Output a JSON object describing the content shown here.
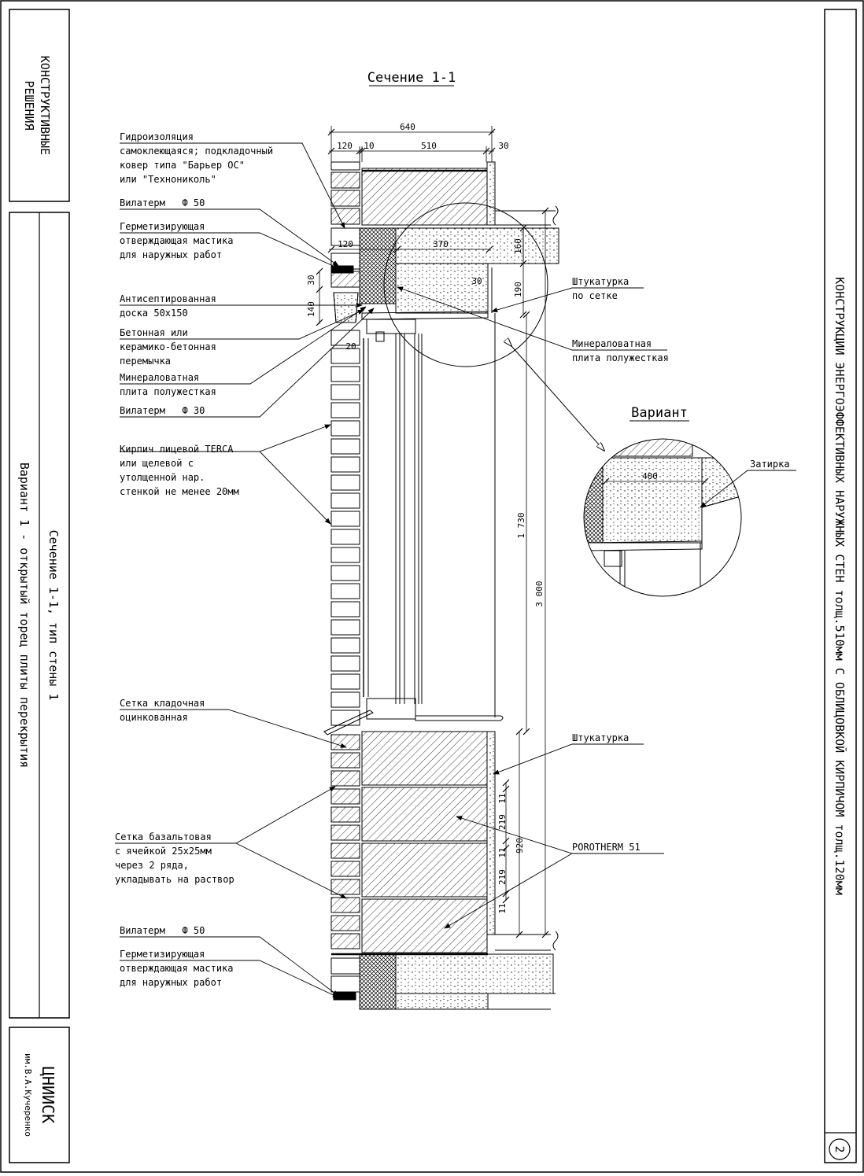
{
  "title": "Сечение 1-1",
  "variant_title": "Вариант",
  "left_panel": {
    "top": [
      "КОНСТРУКТИВНЫЕ",
      "РЕШЕНИЯ"
    ],
    "middle_a": "Сечение 1-1, тип стены 1",
    "middle_b": "Вариант 1 - открытый торец плиты перекрытия",
    "bottom_a": "ЦНИИСК",
    "bottom_b": "им.В.А.Кучеренко"
  },
  "right_panel": {
    "text": "КОНСТРУКЦИИ ЭНЕРГОЭФФЕКТИВНЫХ НАРУЖНЫХ СТЕН толщ.510мм С ОБЛИЦОВКОЙ КИРПИЧОМ толщ.120мм",
    "page_number": "2"
  },
  "labels_left": [
    [
      "Гидроизоляция",
      "самоклеющаяся; подкладочный",
      "ковер типа \"Барьер ОС\"",
      "или \"Технониколь\""
    ],
    [
      "Вилатерм   Ф 50"
    ],
    [
      "Герметизирующая",
      "отверждающая мастика",
      "для наружных работ"
    ],
    [
      "Антисептированная",
      "доска 50х150"
    ],
    [
      "Бетонная или",
      "керамико-бетонная",
      "перемычка"
    ],
    [
      "Минераловатная",
      "плита полужесткая"
    ],
    [
      "Вилатерм   Ф 30"
    ],
    [
      "Кирпич лицевой TERCA",
      "или щелевой с",
      "утолщенной нар.",
      "стенкой не менее 20мм"
    ],
    [
      "Сетка кладочная",
      "оцинкованная"
    ],
    [
      "Сетка базальтовая",
      "с ячейкой 25х25мм",
      "через 2 ряда,",
      "укладывать на раствор"
    ],
    [
      "Вилатерм   Ф 50"
    ],
    [
      "Герметизирующая",
      "отверждающая мастика",
      "для наружных работ"
    ]
  ],
  "labels_right": [
    [
      "Штукатурка",
      "по сетке"
    ],
    [
      "Минераловатная",
      "плита полужесткая"
    ],
    [
      "Затирка"
    ],
    [
      "Штукатурка"
    ],
    [
      "POROTHERM 51"
    ]
  ],
  "dimensions": {
    "d640": "640",
    "d120": "120",
    "d10": "10",
    "d510": "510",
    "d30": "30",
    "d120b": "120",
    "d370": "370",
    "d160": "160",
    "d30b": "30",
    "d190": "190",
    "d30c": "30",
    "d140": "140",
    "d20": "20",
    "d1730": "1 730",
    "d3000": "3 000",
    "d400": "400",
    "d11a": "11",
    "d219a": "219",
    "d11b": "11",
    "d920": "920",
    "d219b": "219",
    "d11c": "11"
  }
}
